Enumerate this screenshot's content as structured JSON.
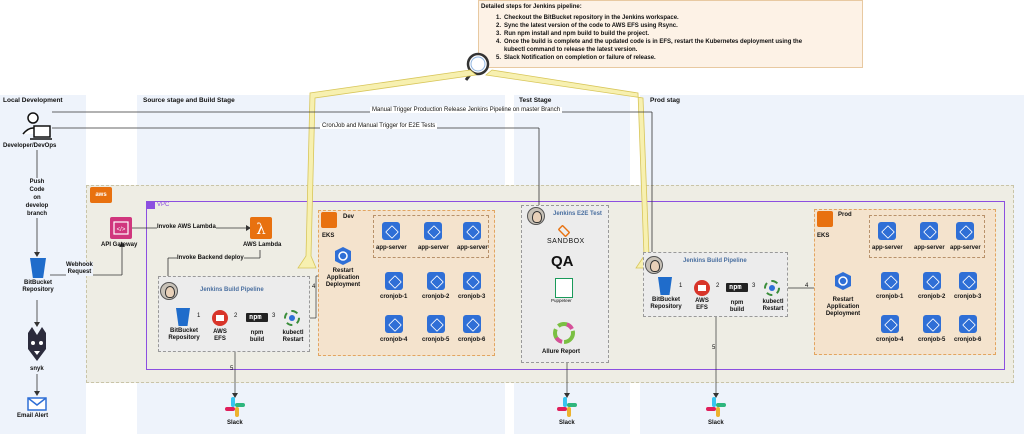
{
  "details": {
    "title": "Detailed steps for Jenkins pipeline:",
    "steps": [
      "Checkout the BitBucket repository in the Jenkins workspace.",
      "Sync the latest version of the code to AWS EFS using Rsync.",
      "Run npm install and npm build to build the project.",
      "Once the build is complete and the updated code is in EFS, restart the Kubernetes deployment using the",
      "kubectl command to release the latest version.",
      "Slack Notification on completion or failure of release."
    ],
    "step_numbers": [
      "1.",
      "2.",
      "3.",
      "4.",
      "5."
    ]
  },
  "stages": {
    "local": "Local Development",
    "source": "Source stage and Build Stage",
    "test": "Test Stage",
    "prod": "Prod stag"
  },
  "local": {
    "developer": "Developer/DevOps",
    "push": [
      "Push",
      "Code",
      "on",
      "develop",
      "branch"
    ],
    "bitbucket": [
      "BitBucket",
      "Repository"
    ],
    "snyk": "snyk",
    "email": "Email Alert",
    "webhook": [
      "Webhook",
      "Request"
    ]
  },
  "triggers": {
    "manual": "Manual Trigger Production Release Jenkins Pipeline on master Branch",
    "cron": "CronJob and Manual Trigger for E2E Tests"
  },
  "aws": {
    "vpc": "VPC",
    "api_gateway": "API Gateway",
    "invoke_lambda": "Invoke AWS Lambda",
    "lambda": "AWS Lambda",
    "invoke_backend": "Invoke Backend deploy"
  },
  "dev": {
    "pipeline": "Jenkins Build Pipeline",
    "bitbucket": [
      "BitBucket",
      "Repository"
    ],
    "efs": [
      "AWS",
      "EFS"
    ],
    "npm": [
      "npm",
      "build"
    ],
    "kubectl": [
      "kubectl",
      "Restart"
    ],
    "eks": "EKS",
    "env": "Dev",
    "restart": [
      "Restart",
      "Application",
      "Deployment"
    ],
    "servers": [
      "app-server",
      "app-server",
      "app-server"
    ],
    "crons": [
      "cronjob-1",
      "cronjob-2",
      "cronjob-3",
      "cronjob-4",
      "cronjob-5",
      "cronjob-6"
    ],
    "slack": "Slack",
    "arrows": [
      "1",
      "2",
      "3",
      "4",
      "5"
    ]
  },
  "test": {
    "title": "Jenkins E2E Test",
    "sandbox": "SANDBOX",
    "qa": "QA",
    "puppeteer": "Puppeteer",
    "allure": "Allure Report",
    "slack": "Slack"
  },
  "prod": {
    "pipeline": "Jenkins Build Pipeline",
    "bitbucket": [
      "BitBucket",
      "Repository"
    ],
    "efs": [
      "AWS",
      "EFS"
    ],
    "npm": [
      "npm",
      "build"
    ],
    "kubectl": [
      "kubectl",
      "Restart"
    ],
    "eks": "EKS",
    "env": "Prod",
    "restart": [
      "Restart",
      "Application",
      "Deployment"
    ],
    "servers": [
      "app-server",
      "app-server",
      "app-server"
    ],
    "crons": [
      "cronjob-1",
      "cronjob-2",
      "cronjob-3",
      "cronjob-4",
      "cronjob-5",
      "cronjob-6"
    ],
    "slack": "Slack",
    "arrows": [
      "1",
      "2",
      "3",
      "4",
      "5"
    ]
  },
  "colors": {
    "stage_bg": "#eef3fb",
    "cluster_bg": "#f4e3cd",
    "cluster_border": "#e2a560",
    "vpc_border": "#8c4fe0",
    "note_bg": "#fdf2e6",
    "pipeline_bg": "#ececec",
    "brand_blue": "#2f6fd6",
    "jenkins_yellow": "#f7f0b0"
  }
}
